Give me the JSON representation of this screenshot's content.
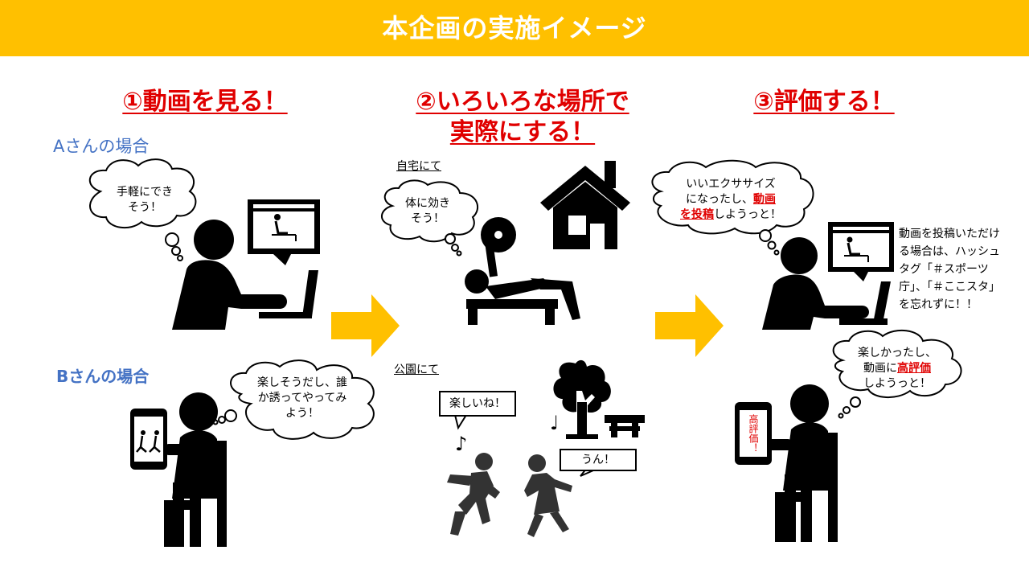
{
  "header": {
    "title": "本企画の実施イメージ"
  },
  "steps": {
    "step1": "①動画を見る！",
    "step2_line1": "②いろいろな場所で",
    "step2_line2": "実際にする！",
    "step3": "③評価する！"
  },
  "cases": {
    "a": "Aさんの場合",
    "b": "Bさんの場合"
  },
  "places": {
    "home": "自宅にて",
    "park": "公園にて"
  },
  "bubbles": {
    "a_line1": "手軽にでき",
    "a_line2": "そう！",
    "b_line1": "楽しそうだし、誰",
    "b_line2": "か誘ってやってみ",
    "b_line3": "よう！",
    "home_line1": "体に効き",
    "home_line2": "そう！",
    "post_line1": "いいエクササイズ",
    "post_line2_pre": "になったし、",
    "post_line2_hl": "動画",
    "post_line3_hl": "を投稿",
    "post_line3_post": "しようっと！",
    "rate_line1": "楽しかったし、",
    "rate_line2_pre": "動画に",
    "rate_line2_hl": "高評価",
    "rate_line3": "しようっと！"
  },
  "speech": {
    "fun": "楽しいね！",
    "yes": "うん！"
  },
  "phone_label": "高評価！",
  "note": "動画を投稿いただける場合は、ハッシュタグ「＃スポーツ庁」、「＃ここスタ」を忘れずに！！",
  "colors": {
    "banner": "#FFC000",
    "accent_red": "#E00000",
    "case_blue": "#4472C4",
    "arrow": "#FFC000"
  }
}
